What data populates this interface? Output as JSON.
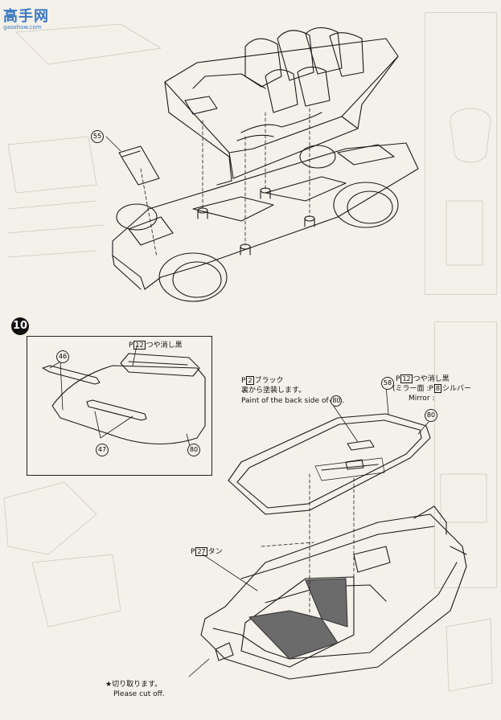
{
  "logo": {
    "text": "高手网",
    "url": "gaoshow.com"
  },
  "step": {
    "number": "10"
  },
  "parts": {
    "p55": "55",
    "p46": "46",
    "p47": "47",
    "p80a": "80",
    "p58": "58",
    "p80b": "80"
  },
  "box10": {
    "paint_prefix": "P",
    "paint_code": "12",
    "paint_text": "つや消し黒"
  },
  "callout_back": {
    "prefix": "P",
    "code": "2",
    "jp1": "ブラック",
    "jp2": "裏から塗装します。",
    "en_prefix": "Paint of the back side of",
    "part": "80",
    "en_suffix": "."
  },
  "callout_mirror": {
    "prefix": "P",
    "code": "12",
    "jp1": "つや消し黒",
    "jp2_prefix": "(ミラー面 :",
    "code2": "8",
    "jp2_suffix": "シルバー",
    "en": "Mirror :"
  },
  "callout_tan": {
    "prefix": "P",
    "code": "27",
    "text": "タン"
  },
  "callout_cut": {
    "jp": "★切り取ります。",
    "en": "Please cut off."
  }
}
